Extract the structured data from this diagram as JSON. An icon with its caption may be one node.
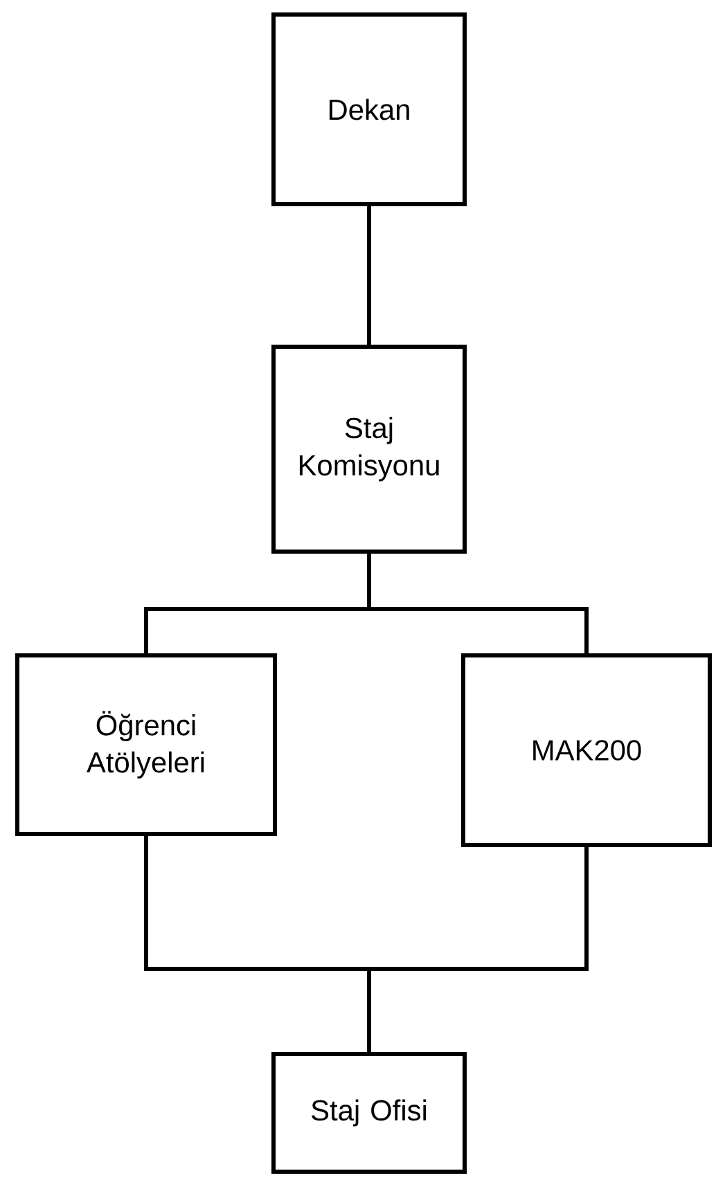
{
  "diagram": {
    "nodes": [
      {
        "text": [
          "Dekan"
        ]
      },
      {
        "text": [
          "Staj Komisyonu"
        ]
      },
      {
        "text": [
          "Öğrenci Atölyeleri"
        ]
      },
      {
        "text": [
          "MAK200"
        ]
      },
      {
        "text": [
          "Staj Ofisi"
        ]
      }
    ],
    "edges": [
      {
        "from": 0,
        "to": 1,
        "arrow": "none"
      },
      {
        "from": 1,
        "to": 2,
        "arrow": "none"
      },
      {
        "from": 1,
        "to": 3,
        "arrow": "none"
      },
      {
        "from": 2,
        "to": 4,
        "arrow": "none"
      },
      {
        "from": 3,
        "to": 4,
        "arrow": "none"
      }
    ]
  }
}
